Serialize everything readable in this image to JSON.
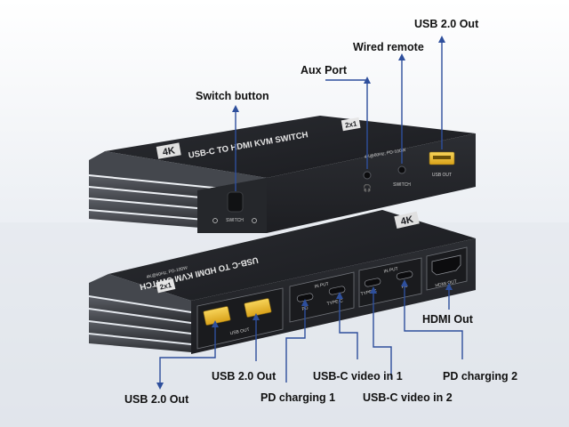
{
  "callouts": {
    "usb_out_top": "USB 2.0 Out",
    "wired_remote": "Wired remote",
    "aux_port": "Aux Port",
    "switch_button": "Switch button",
    "hdmi_out": "HDMI Out",
    "pd_charging_2": "PD charging 2",
    "usb_out_left": "USB 2.0 Out",
    "usb_out_mid": "USB 2.0 Out",
    "pd_charging_1": "PD charging 1",
    "usbc_video_1": "USB-C video in 1",
    "usbc_video_2": "USB-C video in 2"
  },
  "device_front": {
    "brand": "4K",
    "brand_sub": "KVM SWITCH",
    "title": "USB-C TO HDMI KVM SWITCH",
    "badge": "2x1",
    "spec": "4K@60Hz, PD-100W",
    "switch_label": "SWITCH",
    "usb_out_label": "USB OUT"
  },
  "device_back": {
    "brand": "4K",
    "title": "USB-C TO HDMI KVM SWITCH",
    "badge": "2x1",
    "spec": "4K@60Hz, PD-100W",
    "usb_out_label": "USB OUT",
    "input_label": "IN PUT",
    "typec_label": "TYPE-C",
    "pd_label": "PD",
    "hdmi_label": "HDMI OUT"
  },
  "colors": {
    "background_top": "#f2f4f7",
    "background_floor": "#dfe3ea",
    "device_body": "#3c3e44",
    "device_face": "#232428",
    "connector_line": "#2e4f9c",
    "usb_yellow": "#f2c233",
    "label_text": "#111111"
  }
}
